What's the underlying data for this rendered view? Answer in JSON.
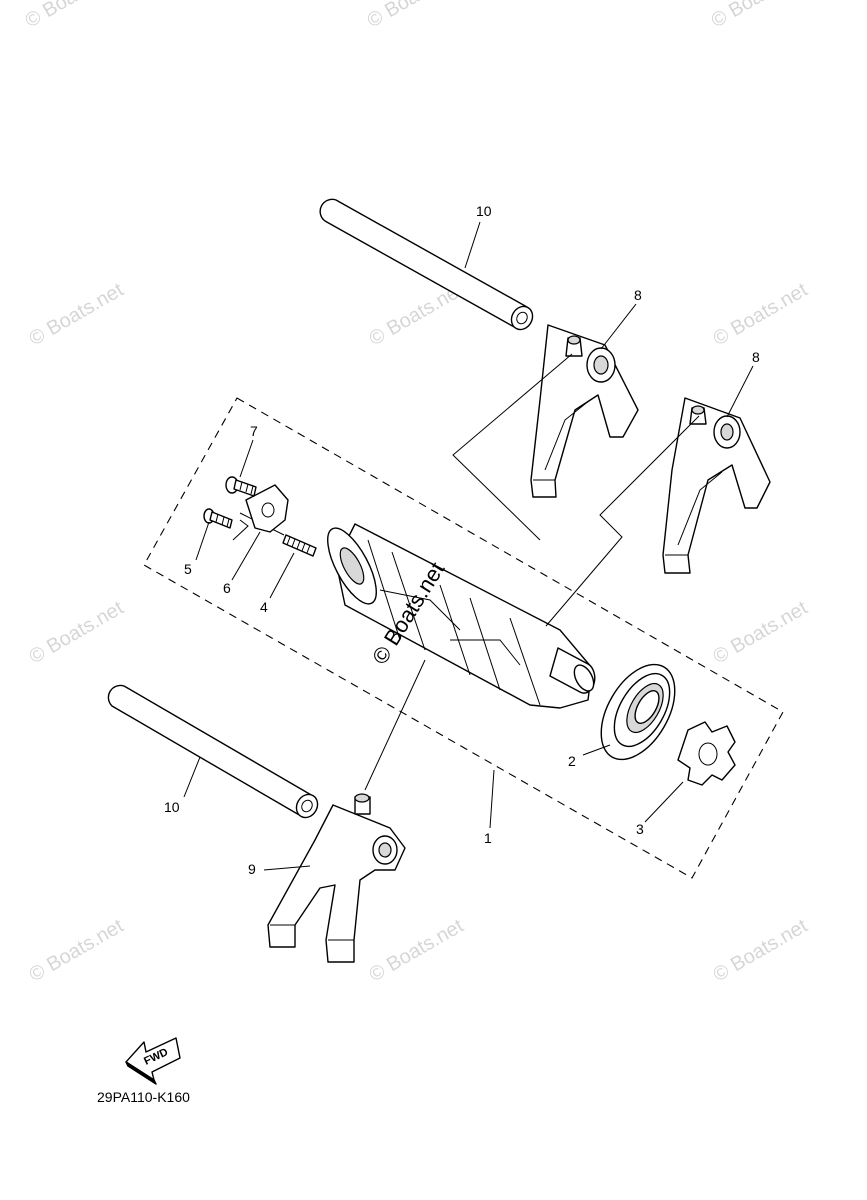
{
  "watermark": "© Boats.net",
  "callouts": {
    "c1": "1",
    "c2": "2",
    "c3": "3",
    "c4": "4",
    "c5": "5",
    "c6": "6",
    "c7": "7",
    "c8a": "8",
    "c8b": "8",
    "c9": "9",
    "c10a": "10",
    "c10b": "10"
  },
  "fwd_arrow": {
    "label": "FWD"
  },
  "diagram_ref": "29PA110-K160"
}
